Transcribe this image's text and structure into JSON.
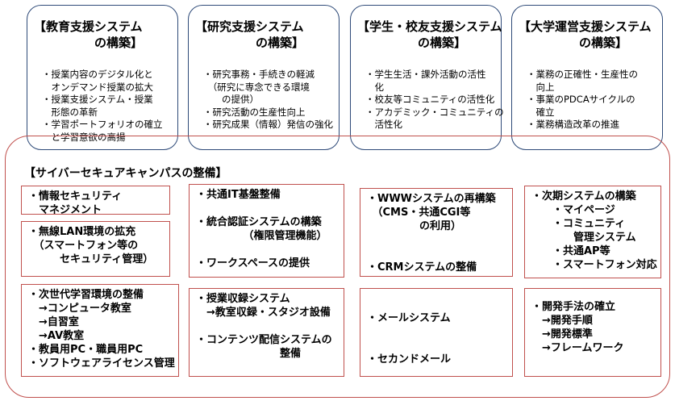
{
  "top_boxes": [
    {
      "title": "【教育支援システム\n　　　　　の構築】",
      "items": "・授業内容のデジタル化と\n　オンデマンド授業の拡大\n・授業支援システム・授業\n　形態の革新\n・学習ポートフォリオの確立\n　と学習意欲の高揚"
    },
    {
      "title": "【研究支援システム\n　　　　　の構築】",
      "items": "・研究事務・手続きの軽減\n　（研究に専念できる環境\n　　の提供）\n・研究活動の生産性向上\n・研究成果（情報）発信の強化"
    },
    {
      "title": "【学生・校友支援システム\n　　　　　の構築】",
      "items": "・学生生活・課外活動の活性\n　化\n・校友等コミュニティの活性化\n・アカデミック・コミュニティの\n　活性化"
    },
    {
      "title": "【大学運営支援システム\n　　　　　の構築】",
      "items": "・業務の正確性・生産性の\n　向上\n・事業のPDCAサイクルの\n　確立\n・業務構造改革の推進"
    }
  ],
  "main_title": "【サイバーセキュアキャンパスの整備】",
  "cells": {
    "c1": "・情報セキュリティ\n　マネジメント",
    "c2": "・無線LAN環境の拡充\n　（スマートフォン等の\n　　　セキュリティ管理）",
    "c3": "・次世代学習環境の整備\n　→コンピュータ教室\n　→自習室\n　→AV教室\n・教員用PC・職員用PC\n・ソフトウェアライセンス管理",
    "c4": "・共通IT基盤整備\n\n・統合認証システムの構築\n　　　　　（権限管理機能）\n\n・ワークスペースの提供",
    "c5": "・授業収録システム\n　→教室収録・スタジオ設備\n\n・コンテンツ配信システムの\n　　　　　　　　整備",
    "c6": "・WWWシステムの再構築\n　（CMS・共通CGI等\n　　　　　の利用）\n\n\n・CRMシステムの整備",
    "c7": "・メールシステム\n\n\n・セカンドメール",
    "c8": "・次期システムの構築\n　　・マイページ\n　　・コミュニティ\n　　　　管理システム\n　　・共通AP等\n　　・スマートフォン対応",
    "c9": "・開発手法の確立\n　→開発手順\n　→開発標準\n　→フレームワーク"
  }
}
